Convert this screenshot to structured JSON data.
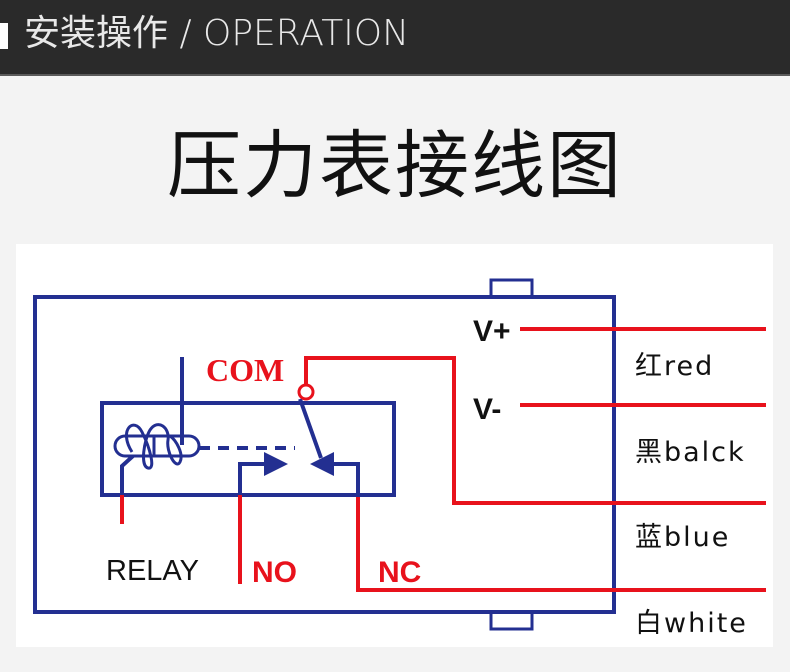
{
  "header": {
    "title": "安装操作 / OPERATION"
  },
  "page_title": "压力表接线图",
  "diagram": {
    "colors": {
      "housing": "#232f91",
      "wire": "#e8121c",
      "text": "#111111",
      "background": "#ffffff"
    },
    "relay_label": "RELAY",
    "terminals": {
      "com": "COM",
      "no": "NO",
      "nc": "NC",
      "vplus": "V+",
      "vminus": "V-"
    },
    "wires": [
      {
        "id": "red",
        "label": "红red"
      },
      {
        "id": "black",
        "label": "黑balck"
      },
      {
        "id": "blue",
        "label": "蓝blue"
      },
      {
        "id": "white",
        "label": "白white"
      }
    ]
  }
}
